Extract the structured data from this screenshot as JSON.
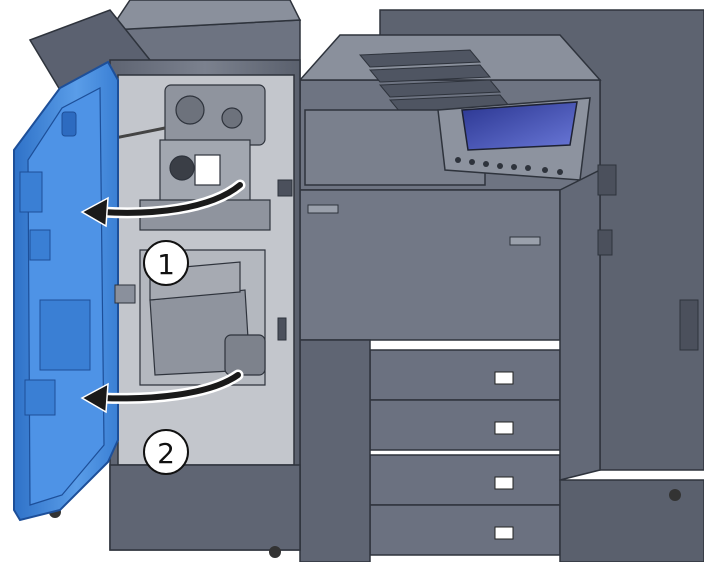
{
  "steps": [
    {
      "label": "1",
      "action": "open-upper-door"
    },
    {
      "label": "2",
      "action": "open-lower-door"
    }
  ],
  "colors": {
    "door_blue": "#4a8fe0",
    "door_blue_dark": "#2d6bc0",
    "body_gray": "#6d7381",
    "body_dark": "#3f4552",
    "body_light": "#9aa0ab",
    "interior": "#b9bcc2",
    "arrow": "#1a1a1a",
    "screen": "#3d4bb0"
  },
  "icons": [
    "curved-arrow-icon",
    "step-number-icon"
  ]
}
